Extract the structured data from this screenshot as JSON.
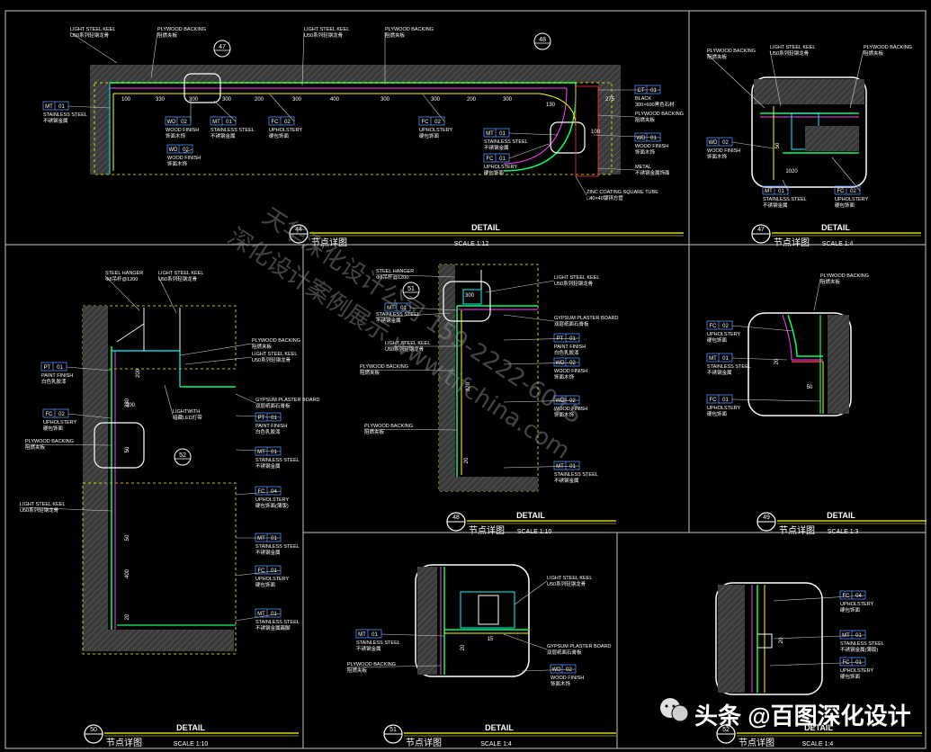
{
  "panels": [
    {
      "id": "p44",
      "num": "44",
      "title": "DETAIL",
      "cn": "节点详图",
      "scale": "SCALE 1:12",
      "bubbles": [
        "47",
        "48"
      ],
      "dims": [
        "100",
        "330",
        "300",
        "300",
        "200",
        "300",
        "400",
        "300",
        "300",
        "200",
        "300",
        "130",
        "275",
        "100"
      ],
      "labels": [
        {
          "en": "LIGHT STEEL KEEL",
          "cn": "U50系列轻钢龙骨"
        },
        {
          "en": "PLYWOOD BACKING",
          "cn": "阻燃夹板"
        },
        {
          "en": "LIGHT STEEL KEEL",
          "cn": "U50系列轻钢龙骨"
        },
        {
          "en": "PLYWOOD BACKING",
          "cn": "阻燃夹板"
        },
        {
          "tag": "MT",
          "n": "01",
          "en": "STAINLESS STEEL",
          "cn": "不锈钢金属"
        },
        {
          "tag": "WD",
          "n": "02",
          "en": "WOOD FINISH",
          "cn": "饰面木饰"
        },
        {
          "tag": "MT",
          "n": "01",
          "en": "STAINLESS STEEL",
          "cn": "不锈钢金属"
        },
        {
          "tag": "FC",
          "n": "02",
          "en": "UPHOLSTERY",
          "cn": "硬包饰面"
        },
        {
          "tag": "FC",
          "n": "02",
          "en": "UPHOLSTERY",
          "cn": "硬包饰面"
        },
        {
          "tag": "WD",
          "n": "02",
          "en": "WOOD FINISH",
          "cn": "饰面木饰"
        },
        {
          "tag": "MT",
          "n": "01",
          "en": "STAINLESS STEEL",
          "cn": "不锈钢金属"
        },
        {
          "tag": "FC",
          "n": "01",
          "en": "UPHOLSTERY",
          "cn": "硬包饰面"
        },
        {
          "tag": "CT",
          "n": "01",
          "en": "BLACK",
          "cn": "300×600黑色石材"
        },
        {
          "en": "PLYWOOD BACKING",
          "cn": "阻燃夹板"
        },
        {
          "tag": "WD",
          "n": "01",
          "en": "WOOD FINISH",
          "cn": "饰面木饰"
        },
        {
          "en": "METAL",
          "cn": "不锈钢金属饰面"
        },
        {
          "en": "ZINC COATING SQUARE TUBE",
          "cn": "□40×40镀锌方管"
        }
      ]
    },
    {
      "id": "p47",
      "num": "47",
      "title": "DETAIL",
      "cn": "节点详图",
      "scale": "SCALE 1:4",
      "dims": [
        "50",
        "1020"
      ],
      "labels": [
        {
          "en": "PLYWOOD BACKING",
          "cn": "阻燃夹板"
        },
        {
          "en": "LIGHT STEEL KEEL",
          "cn": "U50系列轻钢龙骨"
        },
        {
          "en": "PLYWOOD BACKING",
          "cn": "阻燃夹板"
        },
        {
          "tag": "WD",
          "n": "02",
          "en": "WOOD FINISH",
          "cn": "饰面木饰"
        },
        {
          "tag": "MT",
          "n": "01",
          "en": "STAINLESS STEEL",
          "cn": "不锈钢金属"
        },
        {
          "tag": "FC",
          "n": "02",
          "en": "UPHOLSTERY",
          "cn": "硬包饰面"
        }
      ]
    },
    {
      "id": "p50",
      "num": "50",
      "title": "DETAIL",
      "cn": "节点详图",
      "scale": "SCALE 1:10",
      "bubbles": [
        "52"
      ],
      "dims": [
        "200",
        "280",
        "200",
        "50",
        "50",
        "400",
        "20"
      ],
      "labels": [
        {
          "en": "STEEL HANGER",
          "cn": "Φ8吊杆@1200"
        },
        {
          "en": "LIGHT STEEL KEEL",
          "cn": "U50系列轻钢龙骨"
        },
        {
          "en": "PLYWOOD BACKING",
          "cn": "阻燃夹板"
        },
        {
          "en": "LIGHT STEEL KEEL",
          "cn": "U50系列轻钢龙骨"
        },
        {
          "tag": "PT",
          "n": "01",
          "en": "PAINT FINISH",
          "cn": "白色乳胶漆"
        },
        {
          "en": "GYPSUM PLASTER BOARD",
          "cn": "双层纸面石膏板"
        },
        {
          "en": "LIGHTWITH",
          "cn": "暗藏LED灯带"
        },
        {
          "tag": "PT",
          "n": "01",
          "en": "PAINT FINISH",
          "cn": "白色乳胶漆"
        },
        {
          "tag": "FC",
          "n": "02",
          "en": "UPHOLSTERY",
          "cn": "硬包饰面"
        },
        {
          "en": "PLYWOOD BACKING",
          "cn": "阻燃夹板"
        },
        {
          "tag": "MT",
          "n": "01",
          "en": "STAINLESS STEEL",
          "cn": "不锈钢金属"
        },
        {
          "tag": "FC",
          "n": "04",
          "en": "UPHOLSTERY",
          "cn": "硬包饰面(薄版)"
        },
        {
          "en": "LIGHT STEEL KEEL",
          "cn": "U50系列轻钢龙骨"
        },
        {
          "tag": "MT",
          "n": "01",
          "en": "STAINLESS STEEL",
          "cn": "不锈钢金属"
        },
        {
          "tag": "FC",
          "n": "01",
          "en": "UPHOLSTERY",
          "cn": "硬包饰面"
        },
        {
          "tag": "MT",
          "n": "01",
          "en": "STAINLESS STEEL",
          "cn": "不锈钢金属踢脚"
        }
      ]
    },
    {
      "id": "p48",
      "num": "48",
      "title": "DETAIL",
      "cn": "节点详图",
      "scale": "SCALE 1:10",
      "bubbles": [
        "51"
      ],
      "dims": [
        "300",
        "820",
        "20"
      ],
      "labels": [
        {
          "en": "STEEL HANGER",
          "cn": "Φ8吊杆@1200"
        },
        {
          "en": "LIGHT STEEL KEEL",
          "cn": "U50系列轻钢龙骨"
        },
        {
          "en": "STAINLESS STEEL",
          "cn": "不锈钢金属"
        },
        {
          "en": "GYPSUM PLASTER BOARD",
          "cn": "双层纸面石膏板"
        },
        {
          "tag": "MT",
          "n": "01",
          "en": "",
          "cn": ""
        },
        {
          "tag": "PT",
          "n": "01",
          "en": "PAINT FINISH",
          "cn": "白色乳胶漆"
        },
        {
          "en": "LIGHT STEEL KEEL",
          "cn": "U50系列轻钢龙骨"
        },
        {
          "tag": "WD",
          "n": "02",
          "en": "WOOD FINISH",
          "cn": "饰面木饰"
        },
        {
          "en": "PLYWOOD BACKING",
          "cn": "阻燃夹板"
        },
        {
          "tag": "WD",
          "n": "02",
          "en": "WOOD FINISH",
          "cn": "饰面木饰"
        },
        {
          "en": "PLYWOOD BACKING",
          "cn": "阻燃夹板"
        },
        {
          "tag": "MT",
          "n": "01",
          "en": "STAINLESS STEEL",
          "cn": "不锈钢金属"
        }
      ]
    },
    {
      "id": "p49",
      "num": "49",
      "title": "DETAIL",
      "cn": "节点详图",
      "scale": "SCALE 1:3",
      "dims": [
        "20",
        "50"
      ],
      "labels": [
        {
          "en": "PLYWOOD BACKING",
          "cn": "阻燃夹板"
        },
        {
          "tag": "FC",
          "n": "02",
          "en": "UPHOLSTERY",
          "cn": "硬包饰面"
        },
        {
          "tag": "MT",
          "n": "01",
          "en": "STAINLESS STEEL",
          "cn": "不锈钢金属"
        },
        {
          "tag": "FC",
          "n": "01",
          "en": "UPHOLSTERY",
          "cn": "硬包饰面"
        }
      ]
    },
    {
      "id": "p51",
      "num": "51",
      "title": "DETAIL",
      "cn": "节点详图",
      "scale": "SCALE 1:4",
      "dims": [
        "20",
        "15"
      ],
      "labels": [
        {
          "en": "LIGHT STEEL KEEL",
          "cn": "U50系列轻钢龙骨"
        },
        {
          "tag": "MT",
          "n": "01",
          "en": "STAINLESS STEEL",
          "cn": "不锈钢金属"
        },
        {
          "en": "GYPSUM PLASTER BOARD",
          "cn": "双层纸面石膏板"
        },
        {
          "en": "PLYWOOD BACKING",
          "cn": "阻燃夹板"
        },
        {
          "tag": "WD",
          "n": "02",
          "en": "WOOD FINISH",
          "cn": "饰面木饰"
        }
      ]
    },
    {
      "id": "p52",
      "num": "52",
      "title": "DETAIL",
      "cn": "节点详图",
      "scale": "SCALE 1:4",
      "dims": [
        "20"
      ],
      "labels": [
        {
          "tag": "FC",
          "n": "04",
          "en": "UPHOLSTERY",
          "cn": "硬包饰面"
        },
        {
          "tag": "MT",
          "n": "01",
          "en": "STAINLESS STEEL",
          "cn": "不锈钢金属(薄版)"
        },
        {
          "tag": "FC",
          "n": "01",
          "en": "UPHOLSTERY",
          "cn": "硬包饰面"
        }
      ]
    }
  ],
  "watermark": {
    "line1": "天华深化设计公司 159-2222-6015",
    "line2": "深化设计案例展示 www.tifchina.com"
  },
  "credit": {
    "icon": "wechat-icon",
    "text": "头条 @百图深化设计"
  },
  "colors": {
    "background": "#000000",
    "frame": "#c8c8c8",
    "annotation": "#ffffff",
    "tag_box": "#5a8cff",
    "title_bar": "#ffff00",
    "wall": "#7a7a7a",
    "cyan": "#00ffff",
    "green": "#00ff66",
    "red": "#ff3030",
    "magenta": "#ff40ff"
  }
}
